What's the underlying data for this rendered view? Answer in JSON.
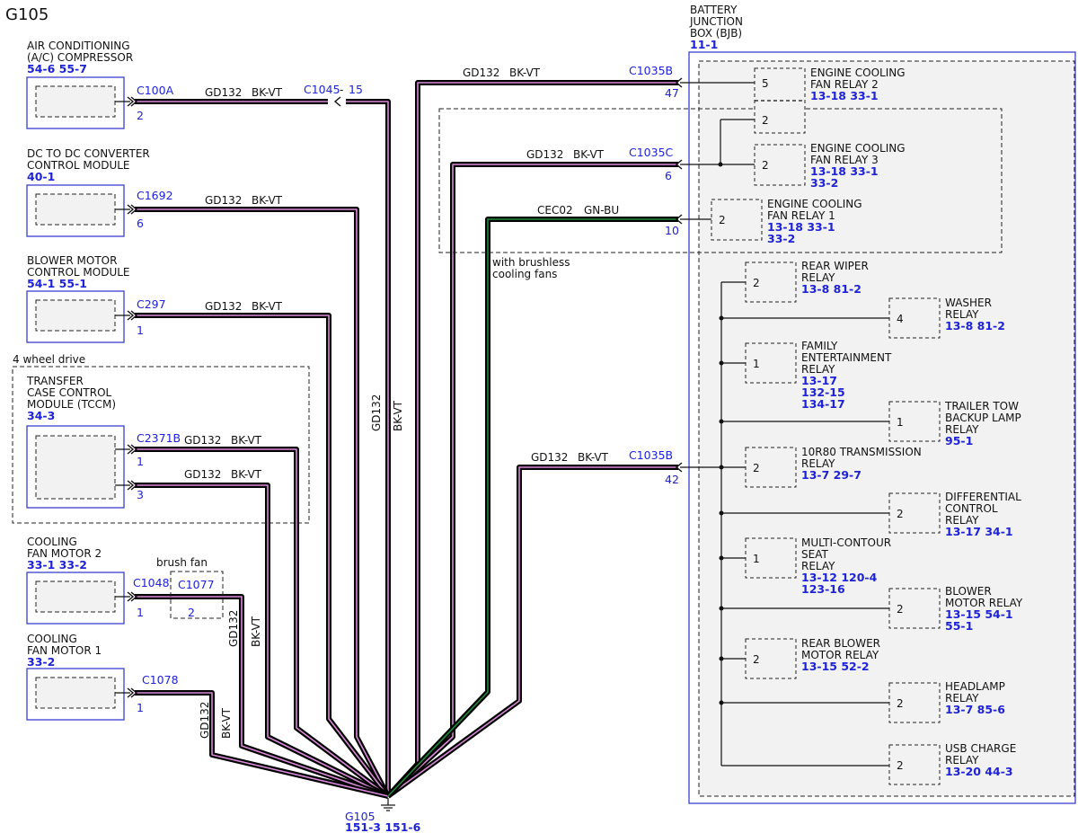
{
  "page_title": "G105",
  "modules": {
    "ac_compressor": {
      "line1": "AIR CONDITIONING",
      "line2": "(A/C) COMPRESSOR",
      "refs": "54-6  55-7",
      "connector": "C100A",
      "pin": "2"
    },
    "dcdc": {
      "line1": "DC TO DC CONVERTER",
      "line2": "CONTROL MODULE",
      "refs": "40-1",
      "connector": "C1692",
      "pin": "6"
    },
    "blower": {
      "line1": "BLOWER MOTOR",
      "line2": "CONTROL MODULE",
      "refs": "54-1  55-1",
      "connector": "C297",
      "pin": "1"
    },
    "tccm": {
      "option": "4 wheel drive",
      "line1": "TRANSFER",
      "line2": "CASE CONTROL",
      "line3": "MODULE (TCCM)",
      "refs": "34-3",
      "connector": "C2371B",
      "pin1": "1",
      "pin2": "3"
    },
    "fan2": {
      "line1": "COOLING",
      "line2": "FAN MOTOR 2",
      "refs": "33-1  33-2",
      "connector": "C1048",
      "pin": "1",
      "option": "brush fan",
      "inline_connector": "C1077",
      "inline_pin": "2"
    },
    "fan1": {
      "line1": "COOLING",
      "line2": "FAN MOTOR 1",
      "refs": "33-2",
      "connector": "C1078",
      "pin": "1"
    }
  },
  "wires": {
    "circuit": "GD132",
    "color": "BK-VT",
    "brushless_circuit": "CEC02",
    "brushless_color": "GN-BU",
    "brushless_note1": "with brushless",
    "brushless_note2": "cooling fans",
    "inline_c1045": "C1045",
    "inline_c1045_pin": "15"
  },
  "ground": {
    "label": "G105",
    "refs": "151-3 151-6"
  },
  "bjb": {
    "line1": "BATTERY",
    "line2": "JUNCTION",
    "line3": "BOX (BJB)",
    "refs": "11-1",
    "c1035b": "C1035B",
    "c1035b_pin_top": "47",
    "c1035c": "C1035C",
    "c1035c_pin": "6",
    "c1035c_pin2": "10",
    "c1035b_pin_low": "42"
  },
  "relays": {
    "ecf2": {
      "name1": "ENGINE COOLING",
      "name2": "FAN RELAY 2",
      "refs1": "13-18 33-1",
      "pin_a": "5",
      "pin_b": "2"
    },
    "ecf3": {
      "name1": "ENGINE COOLING",
      "name2": "FAN RELAY 3",
      "refs1": "13-18 33-1",
      "refs2": "33-2",
      "pin": "2"
    },
    "ecf1": {
      "name1": "ENGINE COOLING",
      "name2": "FAN RELAY 1",
      "refs1": "13-18 33-1",
      "refs2": "33-2",
      "pin": "2"
    },
    "rear_wiper": {
      "name1": "REAR WIPER",
      "name2": "RELAY",
      "refs1": "13-8   81-2",
      "pin": "2"
    },
    "washer": {
      "name1": "WASHER",
      "name2": "RELAY",
      "refs1": "13-8   81-2",
      "pin": "4"
    },
    "family": {
      "name1": "FAMILY",
      "name2": "ENTERTAINMENT",
      "name3": "RELAY",
      "refs1": "13-17",
      "refs2": "132-15",
      "refs3": "134-17",
      "pin": "1"
    },
    "trailer": {
      "name1": "TRAILER TOW",
      "name2": "BACKUP LAMP",
      "name3": "RELAY",
      "refs1": "95-1",
      "pin": "1"
    },
    "trans": {
      "name1": "10R80 TRANSMISSION",
      "name2": "RELAY",
      "refs1": "13-7   29-7",
      "pin": "2"
    },
    "diff": {
      "name1": "DIFFERENTIAL",
      "name2": "CONTROL",
      "name3": "RELAY",
      "refs1": "13-17 34-1",
      "pin": "2"
    },
    "multi": {
      "name1": "MULTI-CONTOUR",
      "name2": "SEAT",
      "name3": "RELAY",
      "refs1": "13-12 120-4",
      "refs2": "123-16",
      "pin": "1"
    },
    "blower_relay": {
      "name1": "BLOWER",
      "name2": "MOTOR RELAY",
      "refs1": "13-15 54-1",
      "refs2": "55-1",
      "pin": "2"
    },
    "rear_blower": {
      "name1": "REAR BLOWER",
      "name2": "MOTOR RELAY",
      "refs1": "13-15 52-2",
      "pin": "2"
    },
    "headlamp": {
      "name1": "HEADLAMP",
      "name2": "RELAY",
      "refs1": "13-7   85-6",
      "pin": "2"
    },
    "usb": {
      "name1": "USB CHARGE",
      "name2": "RELAY",
      "refs1": "13-20 44-3",
      "pin": "2"
    }
  },
  "colors": {
    "accent_blue": "#1f23d6",
    "wire_bk_vt_outer": "#000000",
    "wire_bk_vt_inner": "#d98ad9",
    "wire_gn_bu_inner": "#1f8a3a"
  }
}
